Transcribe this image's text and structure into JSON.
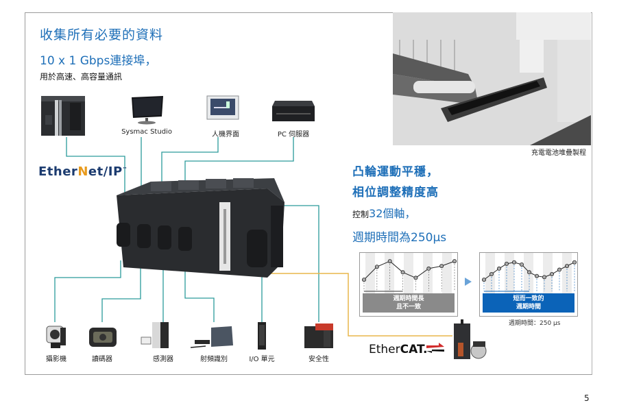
{
  "header": {
    "title": "收集所有必要的資料",
    "subtitle": "10 x 1 Gbps連接埠，",
    "description": "用於高速、高容量通訊"
  },
  "top_devices": [
    {
      "icon": "controller-icon",
      "label": ""
    },
    {
      "icon": "monitor-icon",
      "label": "Sysmac Studio"
    },
    {
      "icon": "hmi-touchscreen-icon",
      "label": "人機界面"
    },
    {
      "icon": "pc-server-icon",
      "label": "PC 伺服器"
    }
  ],
  "network_logo": {
    "prefix": "Ether",
    "accent": "N",
    "suffix": "et/IP",
    "trademark": "™"
  },
  "photo": {
    "icon": "battery-stacking-machine-image",
    "caption": "充電電池堆疊製程"
  },
  "cam": {
    "title_line1": "凸輪運動平穩，",
    "title_line2": "相位調整精度高",
    "control_prefix": "控制",
    "control_value": "32個軸，",
    "cycle": "週期時間為250μs"
  },
  "comparison": {
    "before_label_line1": "週期時間長",
    "before_label_line2": "且不一致",
    "after_label_line1": "短而一致的",
    "after_label_line2": "週期時間",
    "period_note": "週期時間：250 μs",
    "before_points": [
      0.35,
      0.7,
      0.85,
      0.55,
      0.4,
      0.65,
      0.72,
      0.85
    ],
    "after_points": [
      0.35,
      0.5,
      0.65,
      0.78,
      0.82,
      0.76,
      0.55,
      0.45,
      0.42,
      0.5,
      0.62,
      0.72,
      0.82
    ]
  },
  "bottom_devices": [
    {
      "icon": "camera-icon",
      "label": "攝影機"
    },
    {
      "icon": "code-reader-icon",
      "label": "讀碼器"
    },
    {
      "icon": "sensor-icon",
      "label": "感測器"
    },
    {
      "icon": "rfid-icon",
      "label": "射頻識別"
    },
    {
      "icon": "io-unit-icon",
      "label": "I/O 單元"
    },
    {
      "icon": "safety-controller-icon",
      "label": "安全性"
    }
  ],
  "ethercat": {
    "prefix": "Ether",
    "bold": "CAT.",
    "icon": "servo-drive-icon"
  },
  "colors": {
    "blue": "#1e6fb8",
    "teal_line": "#2a9a9a",
    "orange_line": "#e8b64a",
    "grey_banner": "#8a8a8a",
    "blue_banner": "#0b63b8"
  },
  "page_number": "5"
}
